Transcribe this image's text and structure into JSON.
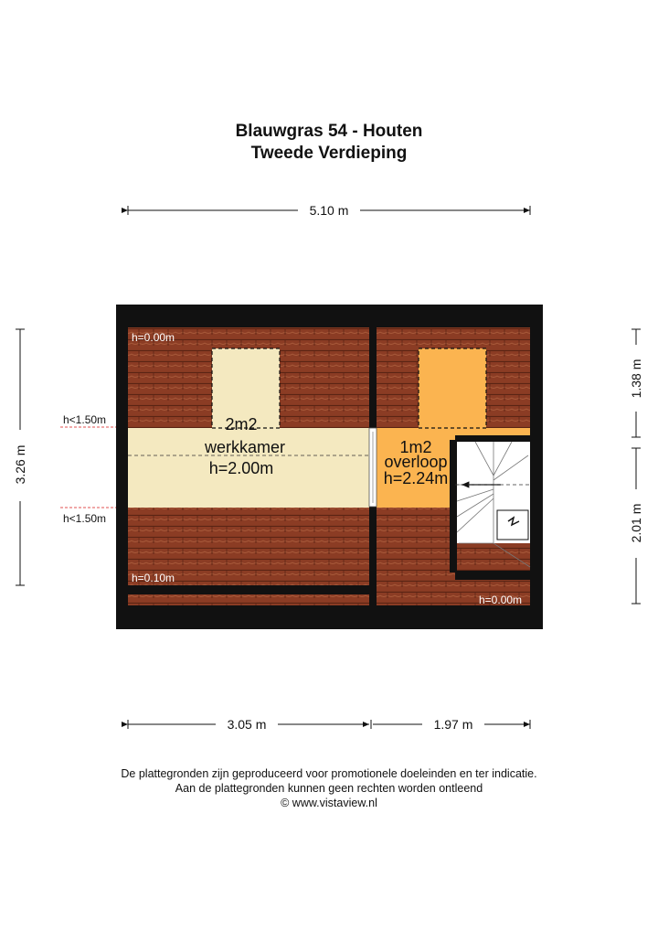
{
  "title": {
    "address": "Blauwgras 54 - Houten",
    "floor": "Tweede Verdieping"
  },
  "dimensions": {
    "total_width": "5.10 m",
    "total_depth": "3.26 m",
    "right_upper": "1.38 m",
    "right_lower": "2.01 m",
    "bottom_left": "3.05 m",
    "bottom_right": "1.97 m"
  },
  "heights": {
    "top_left": "h=0.00m",
    "bottom_left": "h=0.10m",
    "bottom_right": "h=0.00m",
    "limit_upper": "h<1.50m",
    "limit_lower": "h<1.50m"
  },
  "rooms": {
    "werkkamer": {
      "area": "2m2",
      "name": "werkkamer",
      "height": "h=2.00m"
    },
    "overloop": {
      "area": "1m2",
      "name": "overloop",
      "height": "h=2.24m"
    }
  },
  "colors": {
    "wall": "#111111",
    "roof_tile": "#8b3c24",
    "werkkamer_fill": "#f4e9c0",
    "overloop_fill": "#fbb450"
  },
  "disclaimer": {
    "line1": "De plattegronden zijn geproduceerd voor promotionele doeleinden en ter indicatie.",
    "line2": "Aan de plattegronden kunnen geen rechten worden ontleend",
    "line3": "© www.vistaview.nl"
  }
}
